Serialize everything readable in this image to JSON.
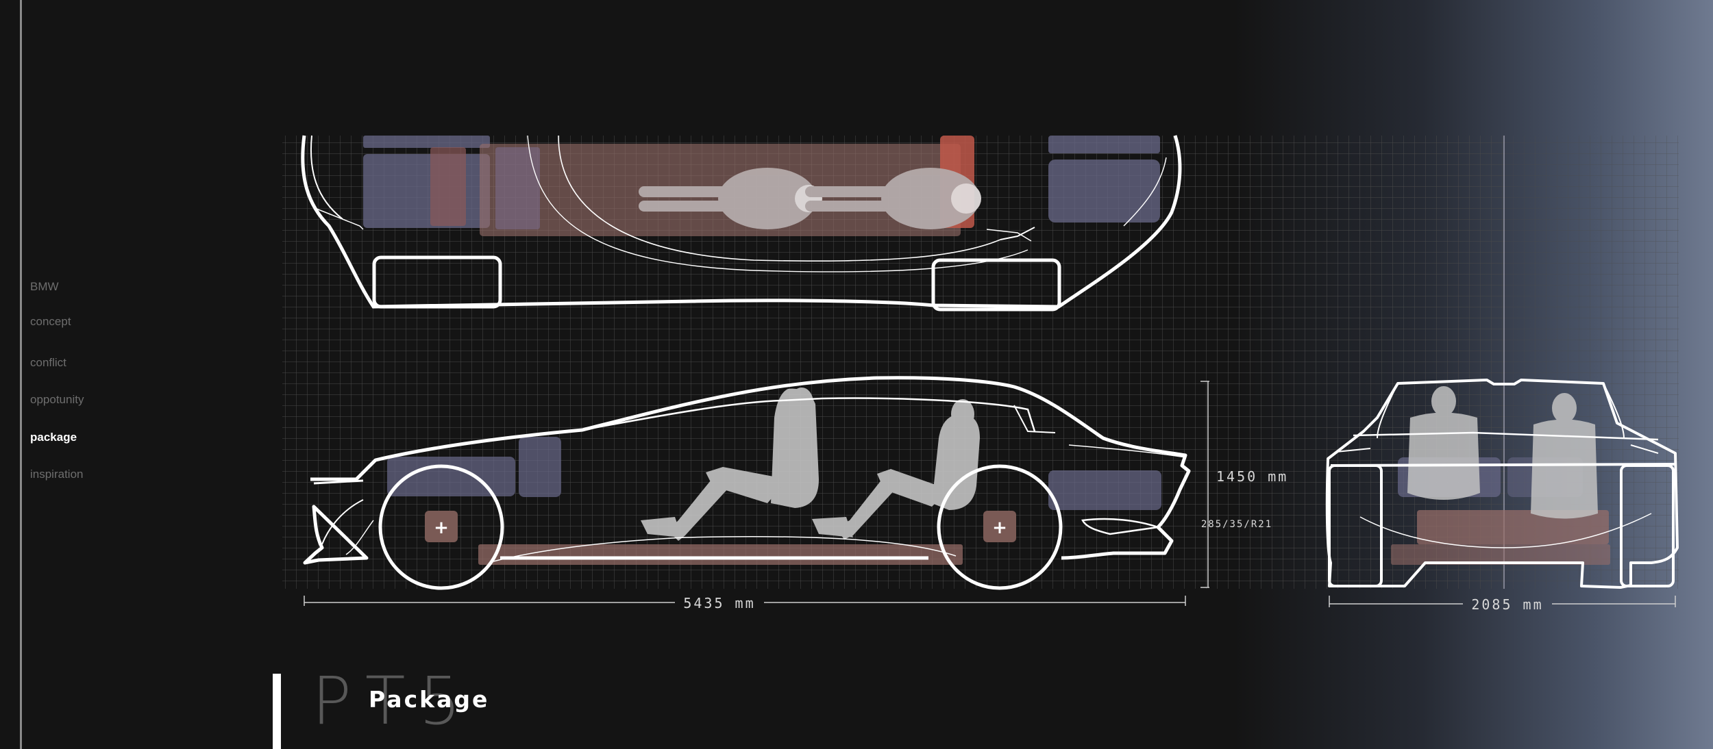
{
  "nav": {
    "items": [
      {
        "label": "BMW",
        "active": false
      },
      {
        "label": "concept",
        "active": false
      },
      {
        "label": "conflict",
        "active": false
      },
      {
        "label": "oppotunity",
        "active": false
      },
      {
        "label": "package",
        "active": true
      },
      {
        "label": "inspiration",
        "active": false
      }
    ]
  },
  "dimensions": {
    "length": "5435  mm",
    "height": "1450  mm",
    "tire": "285/35/R21",
    "width": "2085  mm"
  },
  "title": {
    "code": "PT5",
    "label": "Package"
  },
  "colors": {
    "background": "#141414",
    "accent": "#ffffff",
    "nav_inactive": "#6e6e6e",
    "body_block": "#9a6f6a",
    "seat_block": "#6a6a8a"
  }
}
